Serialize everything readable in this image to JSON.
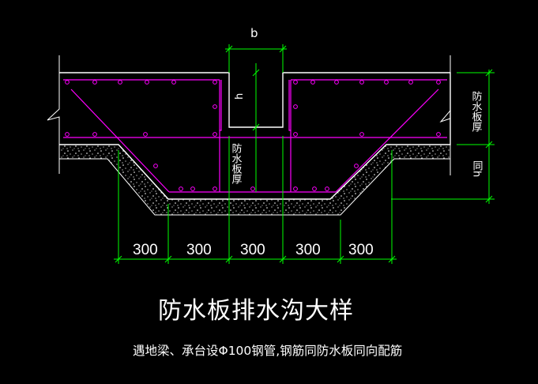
{
  "labels": {
    "top_dim": "b",
    "depth_dim": "h",
    "slab_center": "防水板厚",
    "slab_right": "防水板厚",
    "same_h": "同h"
  },
  "dimensions": [
    "300",
    "300",
    "300",
    "300",
    "300"
  ],
  "title": "防水板排水沟大样",
  "note": "遇地梁、承台设Φ100钢管,钢筋同防水板同向配筋",
  "colors": {
    "background": "#000000",
    "outline": "#ffffff",
    "rebar": "#ff00ff",
    "dimension": "#00ff00",
    "concrete_fill": "#ffffff"
  }
}
